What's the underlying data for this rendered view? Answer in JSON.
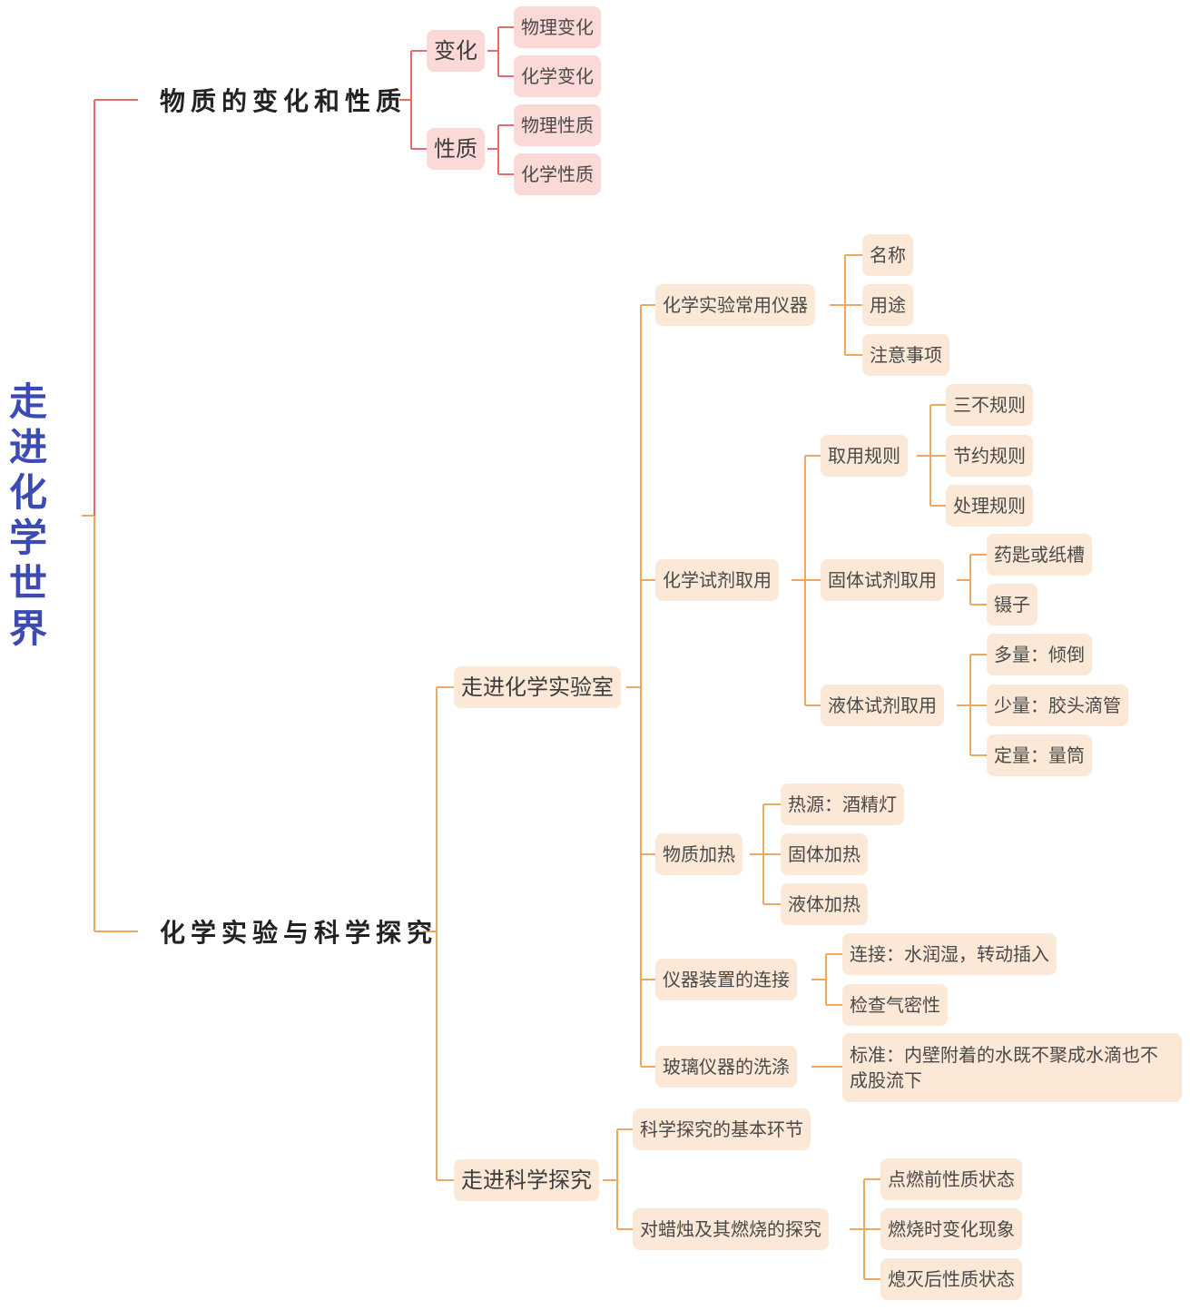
{
  "root": "走进化学世界",
  "colors": {
    "root_text": "#3b4bb3",
    "branch_red": "#e86a6a",
    "branch_orange": "#f0a860",
    "node_pink": "#fbd9d7",
    "node_peach": "#fbe8d6"
  },
  "branch1": {
    "title": "物质的变化和性质",
    "change": {
      "label": "变化",
      "items": [
        "物理变化",
        "化学变化"
      ]
    },
    "property": {
      "label": "性质",
      "items": [
        "物理性质",
        "化学性质"
      ]
    }
  },
  "branch2": {
    "title": "化学实验与科学探究",
    "lab": {
      "label": "走进化学实验室",
      "instruments": {
        "label": "化学实验常用仪器",
        "items": [
          "名称",
          "用途",
          "注意事项"
        ]
      },
      "reagents": {
        "label": "化学试剂取用",
        "rules": {
          "label": "取用规则",
          "items": [
            "三不规则",
            "节约规则",
            "处理规则"
          ]
        },
        "solid": {
          "label": "固体试剂取用",
          "items": [
            "药匙或纸槽",
            "镊子"
          ]
        },
        "liquid": {
          "label": "液体试剂取用",
          "items": [
            "多量：倾倒",
            "少量：胶头滴管",
            "定量：量筒"
          ]
        }
      },
      "heating": {
        "label": "物质加热",
        "items": [
          "热源：酒精灯",
          "固体加热",
          "液体加热"
        ]
      },
      "connection": {
        "label": "仪器装置的连接",
        "items": [
          "连接：水润湿，转动插入",
          "检查气密性"
        ]
      },
      "washing": {
        "label": "玻璃仪器的洗涤",
        "items": [
          "标准：内壁附着的水既不聚成水滴也不成股流下"
        ]
      }
    },
    "inquiry": {
      "label": "走进科学探究",
      "basic": {
        "label": "科学探究的基本环节"
      },
      "candle": {
        "label": "对蜡烛及其燃烧的探究",
        "items": [
          "点燃前性质状态",
          "燃烧时变化现象",
          "熄灭后性质状态"
        ]
      }
    }
  }
}
